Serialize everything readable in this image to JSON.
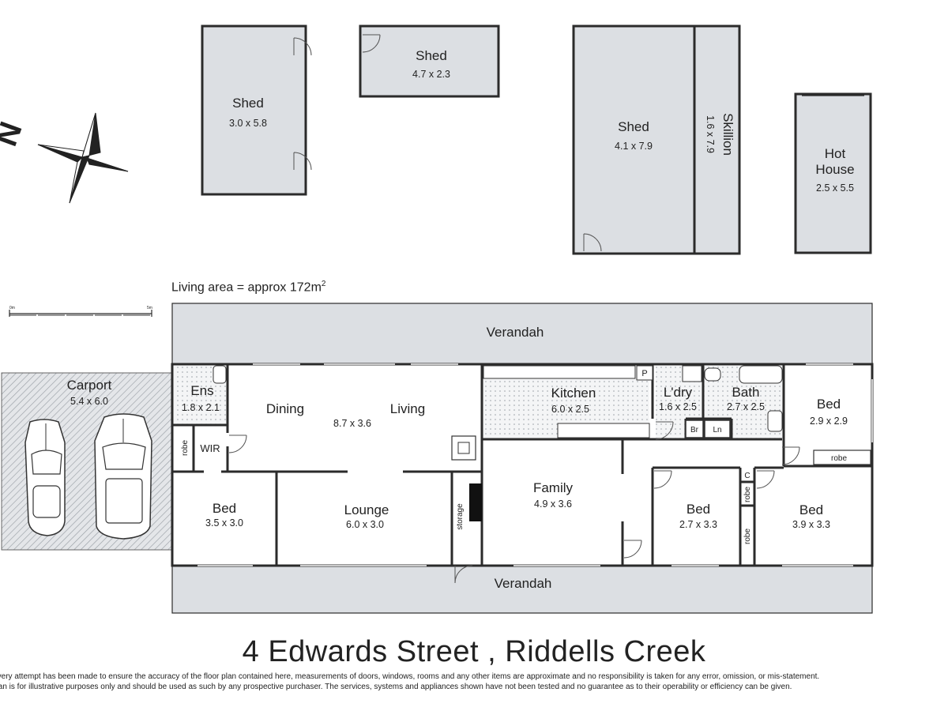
{
  "address": "4 Edwards Street , Riddells Creek",
  "living_area": {
    "label": "Living area = approx 172m",
    "superscript": "2"
  },
  "scale_bar": {
    "start": "0m",
    "end": "5m"
  },
  "compass": {
    "label": "N"
  },
  "disclaimer": [
    "Every attempt has been made to ensure the accuracy of the floor plan contained here, measurements of doors, windows, rooms and any other items are approximate and no responsibility is taken for any error, omission, or mis-statement.",
    "plan is for illustrative purposes only and should be used as such by any prospective purchaser. The services, systems and appliances shown have not been tested and no guarantee as to their operability or efficiency can be given."
  ],
  "outbuildings": {
    "shed_a": {
      "name": "Shed",
      "dims": "3.0 x 5.8"
    },
    "shed_b": {
      "name": "Shed",
      "dims": "4.7 x 2.3"
    },
    "shed_c": {
      "name": "Shed",
      "dims": "4.1 x 7.9"
    },
    "skillion": {
      "name": "Skillion",
      "dims": "1.6 x 7.9"
    },
    "hot_house": {
      "name_line1": "Hot",
      "name_line2": "House",
      "dims": "2.5 x 5.5"
    }
  },
  "house": {
    "verandah_top": "Verandah",
    "verandah_bottom": "Verandah",
    "carport": {
      "name": "Carport",
      "dims": "5.4 x 6.0"
    },
    "ens": {
      "name": "Ens",
      "dims": "1.8 x 2.1"
    },
    "dining": {
      "name": "Dining"
    },
    "living": {
      "name": "Living",
      "dims": "8.7 x 3.6"
    },
    "kitchen": {
      "name": "Kitchen",
      "dims": "6.0 x 2.5"
    },
    "pantry": "P",
    "laundry": {
      "name": "L'dry",
      "dims": "1.6 x 2.5"
    },
    "bath": {
      "name": "Bath",
      "dims": "2.7 x 2.5"
    },
    "br": "Br",
    "ln": "Ln",
    "bed_ne": {
      "name": "Bed",
      "dims": "2.9 x 2.9"
    },
    "robe_ne": "robe",
    "robe_wir": "robe",
    "wir": "WIR",
    "bed_sw": {
      "name": "Bed",
      "dims": "3.5 x 3.0"
    },
    "lounge": {
      "name": "Lounge",
      "dims": "6.0 x 3.0"
    },
    "storage": "storage",
    "family": {
      "name": "Family",
      "dims": "4.9 x 3.6"
    },
    "bed_mid": {
      "name": "Bed",
      "dims": "2.7 x 3.3"
    },
    "cupboard": "C",
    "robe_mid": "robe",
    "robe_se": "robe",
    "bed_se": {
      "name": "Bed",
      "dims": "3.9 x 3.3"
    }
  }
}
